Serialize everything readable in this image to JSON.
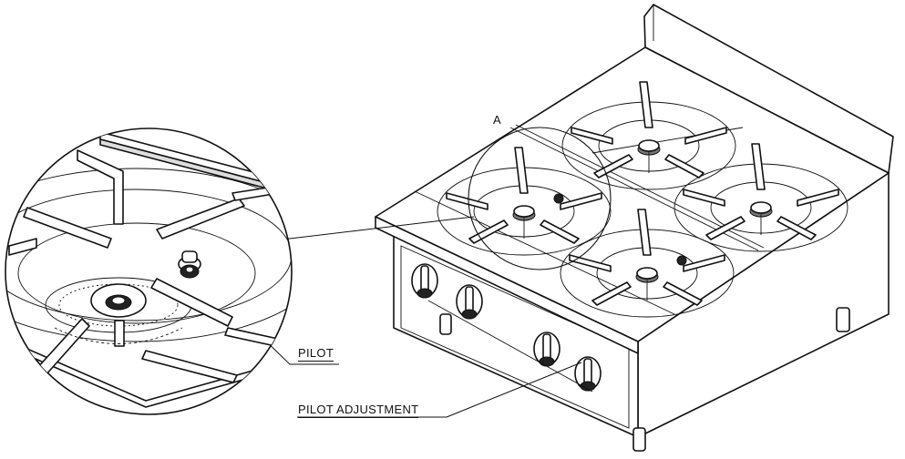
{
  "labels": {
    "detail_ref": "A",
    "pilot": "PILOT",
    "pilot_adjustment": "PILOT ADJUSTMENT"
  },
  "colors": {
    "line": "#111111",
    "shade": "#777777",
    "background": "#ffffff"
  }
}
